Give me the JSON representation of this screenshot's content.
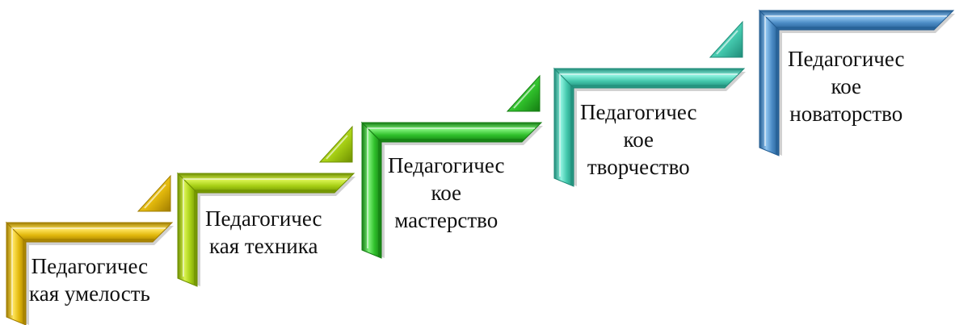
{
  "steps": [
    {
      "lines": [
        "Педагогичес",
        "кая умелость"
      ],
      "colors": {
        "light": "#ffe45c",
        "mid": "#e2b80c",
        "dark": "#a07c00"
      }
    },
    {
      "lines": [
        "Педагогичес",
        "кая техника"
      ],
      "colors": {
        "light": "#d9f250",
        "mid": "#a6cf14",
        "dark": "#6e8f00"
      }
    },
    {
      "lines": [
        "Педагогичес",
        "кое",
        "мастерство"
      ],
      "colors": {
        "light": "#7ff27a",
        "mid": "#2fbf2a",
        "dark": "#147c12"
      }
    },
    {
      "lines": [
        "Педагогичес",
        "кое",
        "творчество"
      ],
      "colors": {
        "light": "#8ff3e0",
        "mid": "#43c7ac",
        "dark": "#1f8b78"
      }
    },
    {
      "lines": [
        "Педагогичес",
        "кое",
        "новаторство"
      ],
      "colors": {
        "light": "#8fc4f0",
        "mid": "#4a8ac4",
        "dark": "#245d92"
      }
    }
  ]
}
